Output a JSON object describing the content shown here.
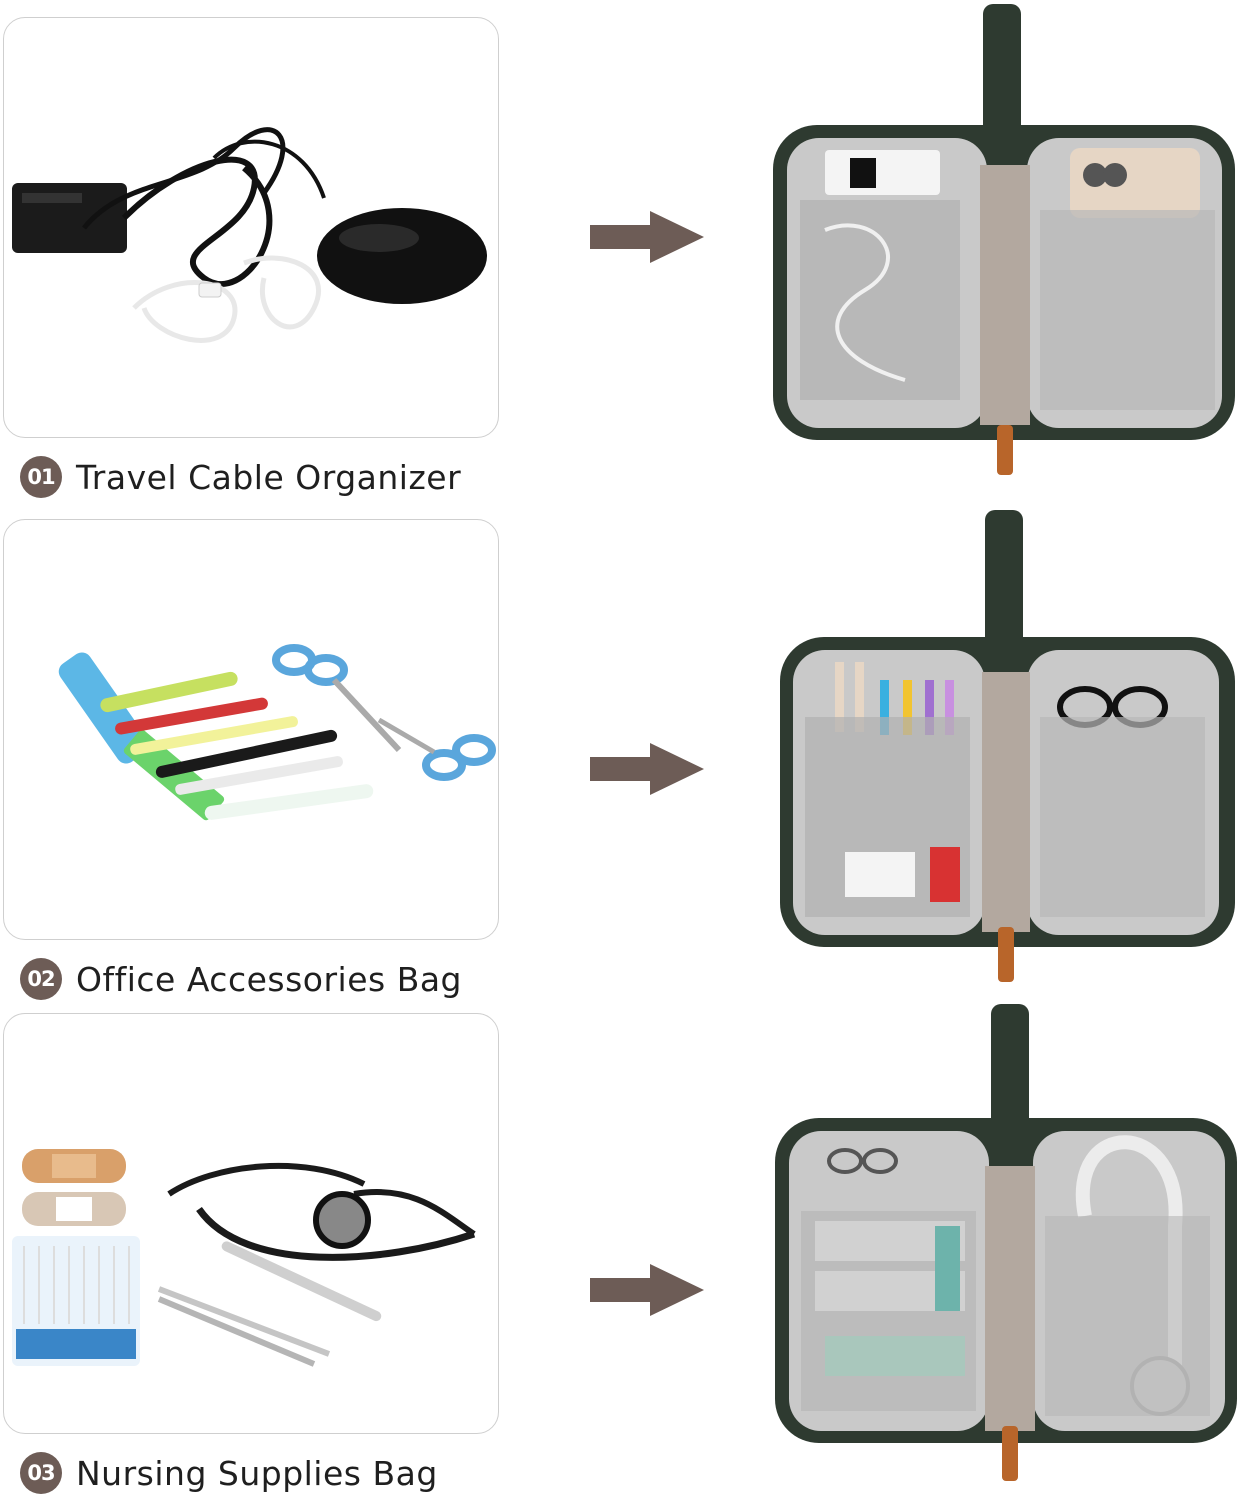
{
  "panels": [
    {
      "number": "01",
      "title": "Travel Cable Organizer"
    },
    {
      "number": "02",
      "title": "Office Accessories Bag"
    },
    {
      "number": "03",
      "title": "Nursing Supplies Bag"
    }
  ],
  "colors": {
    "badge": "#6d5c56",
    "arrow": "#6d5c56",
    "bag_shell": "#2e3a30",
    "bag_lining": "#c9c9c9",
    "zipper_pull": "#b8652a"
  },
  "icons": [
    "arrow-right-icon"
  ]
}
